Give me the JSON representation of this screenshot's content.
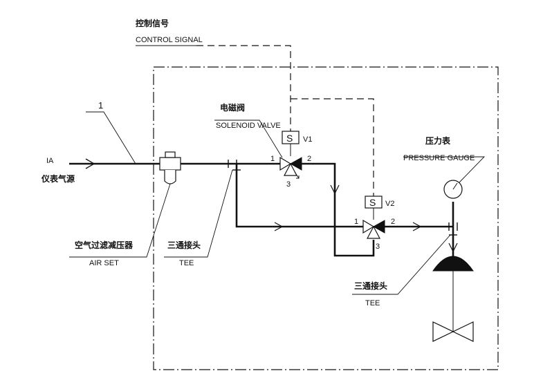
{
  "labels": {
    "control_signal_cn": "控制信号",
    "control_signal_en": "CONTROL SIGNAL",
    "item_number": "1",
    "ia": "IA",
    "air_source_cn": "仪表气源",
    "solenoid_valve_cn": "电磁阀",
    "solenoid_valve_en": "SOLENOID VALVE",
    "solenoid_symbol_1": "S",
    "solenoid_symbol_2": "S",
    "valve_1_tag": "V1",
    "valve_2_tag": "V2",
    "v1_port_1": "1",
    "v1_port_2": "2",
    "v1_port_3": "3",
    "v2_port_1": "1",
    "v2_port_2": "2",
    "v2_port_3": "3",
    "pressure_gauge_cn": "压力表",
    "pressure_gauge_en": "PRESSURE GAUGE",
    "air_set_cn": "空气过滤减压器",
    "air_set_en": "AIR SET",
    "tee_1_cn": "三通接头",
    "tee_1_en": "TEE",
    "tee_2_cn": "三通接头",
    "tee_2_en": "TEE"
  }
}
